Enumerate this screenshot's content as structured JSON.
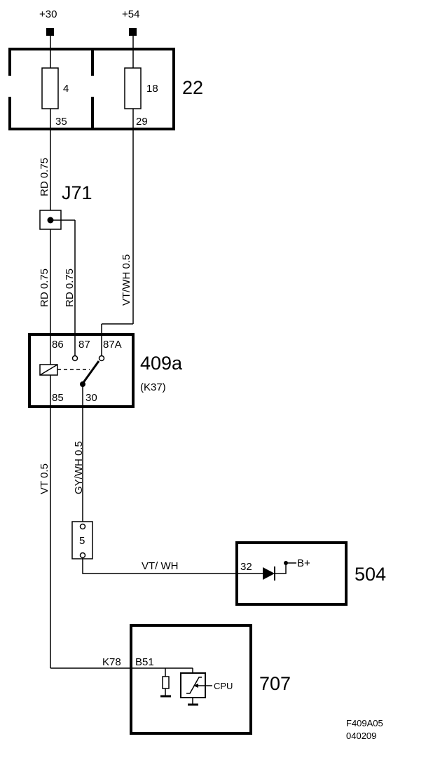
{
  "terminals": {
    "plus30": "+30",
    "plus54": "+54"
  },
  "fusebox": {
    "id": "22",
    "fuse_left": "4",
    "fuse_right": "18",
    "pin_left": "35",
    "pin_right": "29"
  },
  "splice": {
    "id": "J71"
  },
  "relay": {
    "id": "409a",
    "sub": "(K37)",
    "pin86": "86",
    "pin87": "87",
    "pin87a": "87A",
    "pin85": "85",
    "pin30": "30"
  },
  "wires": {
    "w1": "RD 0.75",
    "w2": "RD 0.75",
    "w3": "RD 0.75",
    "w4": "VT/WH   0.5",
    "w5": "VT   0.5",
    "w6": "GY/WH   0.5",
    "w7": "VT/ WH"
  },
  "connector": {
    "pin": "5"
  },
  "module504": {
    "id": "504",
    "pin": "32",
    "supply": "B+"
  },
  "module707": {
    "id": "707",
    "pin_k": "K78",
    "pin_b": "B51",
    "cpu": "CPU"
  },
  "footer": {
    "code": "F409A05",
    "date": "040209"
  }
}
